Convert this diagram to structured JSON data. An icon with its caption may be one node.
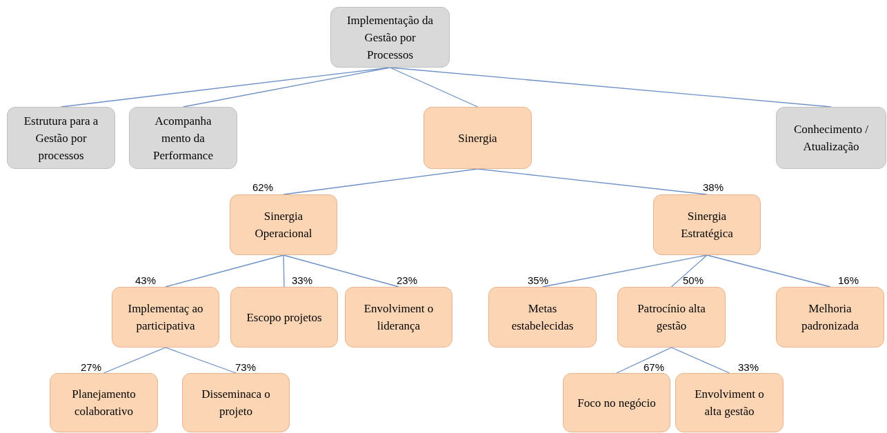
{
  "diagram": {
    "nodes": [
      {
        "text": [
          "Implementação da Gestão por Processos"
        ]
      },
      {
        "text": [
          "Estrutura para a Gestão por processos"
        ]
      },
      {
        "text": [
          "Acompanha mento da Performance"
        ]
      },
      {
        "text": [
          "Sinergia"
        ]
      },
      {
        "text": [
          "Conhecimento / Atualização"
        ]
      },
      {
        "text": [
          "Sinergia Operacional"
        ],
        "beside": [
          "62%"
        ]
      },
      {
        "text": [
          "Sinergia Estratégica"
        ],
        "beside": [
          "38%"
        ]
      },
      {
        "text": [
          "Implementaç ao participativa"
        ],
        "beside": [
          "43%"
        ]
      },
      {
        "text": [
          "Escopo projetos"
        ],
        "beside": [
          "33%"
        ]
      },
      {
        "text": [
          "Envolviment o liderança"
        ],
        "beside": [
          "23%"
        ]
      },
      {
        "text": [
          "Metas estabelecidas"
        ],
        "beside": [
          "35%"
        ]
      },
      {
        "text": [
          "Patrocínio alta gestão"
        ],
        "beside": [
          "50%"
        ]
      },
      {
        "text": [
          "Melhoria padronizada"
        ],
        "beside": [
          "16%"
        ]
      },
      {
        "text": [
          "Planejamento colaborativo"
        ],
        "beside": [
          "27%"
        ]
      },
      {
        "text": [
          "Disseminaca o projeto"
        ],
        "beside": [
          "73%"
        ]
      },
      {
        "text": [
          "Foco no negócio"
        ],
        "beside": [
          "67%"
        ]
      },
      {
        "text": [
          "Envolviment o alta gestão"
        ],
        "beside": [
          "33%"
        ]
      }
    ],
    "edges": [
      {
        "from": 0,
        "to": 1,
        "arrow": "none"
      },
      {
        "from": 0,
        "to": 2,
        "arrow": "none"
      },
      {
        "from": 0,
        "to": 3,
        "arrow": "none"
      },
      {
        "from": 0,
        "to": 4,
        "arrow": "none"
      },
      {
        "from": 3,
        "to": 5,
        "arrow": "none"
      },
      {
        "from": 3,
        "to": 6,
        "arrow": "none"
      },
      {
        "from": 5,
        "to": 7,
        "arrow": "none"
      },
      {
        "from": 5,
        "to": 8,
        "arrow": "none"
      },
      {
        "from": 5,
        "to": 9,
        "arrow": "none"
      },
      {
        "from": 6,
        "to": 10,
        "arrow": "none"
      },
      {
        "from": 6,
        "to": 11,
        "arrow": "none"
      },
      {
        "from": 6,
        "to": 12,
        "arrow": "none"
      },
      {
        "from": 7,
        "to": 13,
        "arrow": "none"
      },
      {
        "from": 7,
        "to": 14,
        "arrow": "none"
      },
      {
        "from": 11,
        "to": 15,
        "arrow": "none"
      },
      {
        "from": 11,
        "to": 16,
        "arrow": "none"
      }
    ]
  }
}
